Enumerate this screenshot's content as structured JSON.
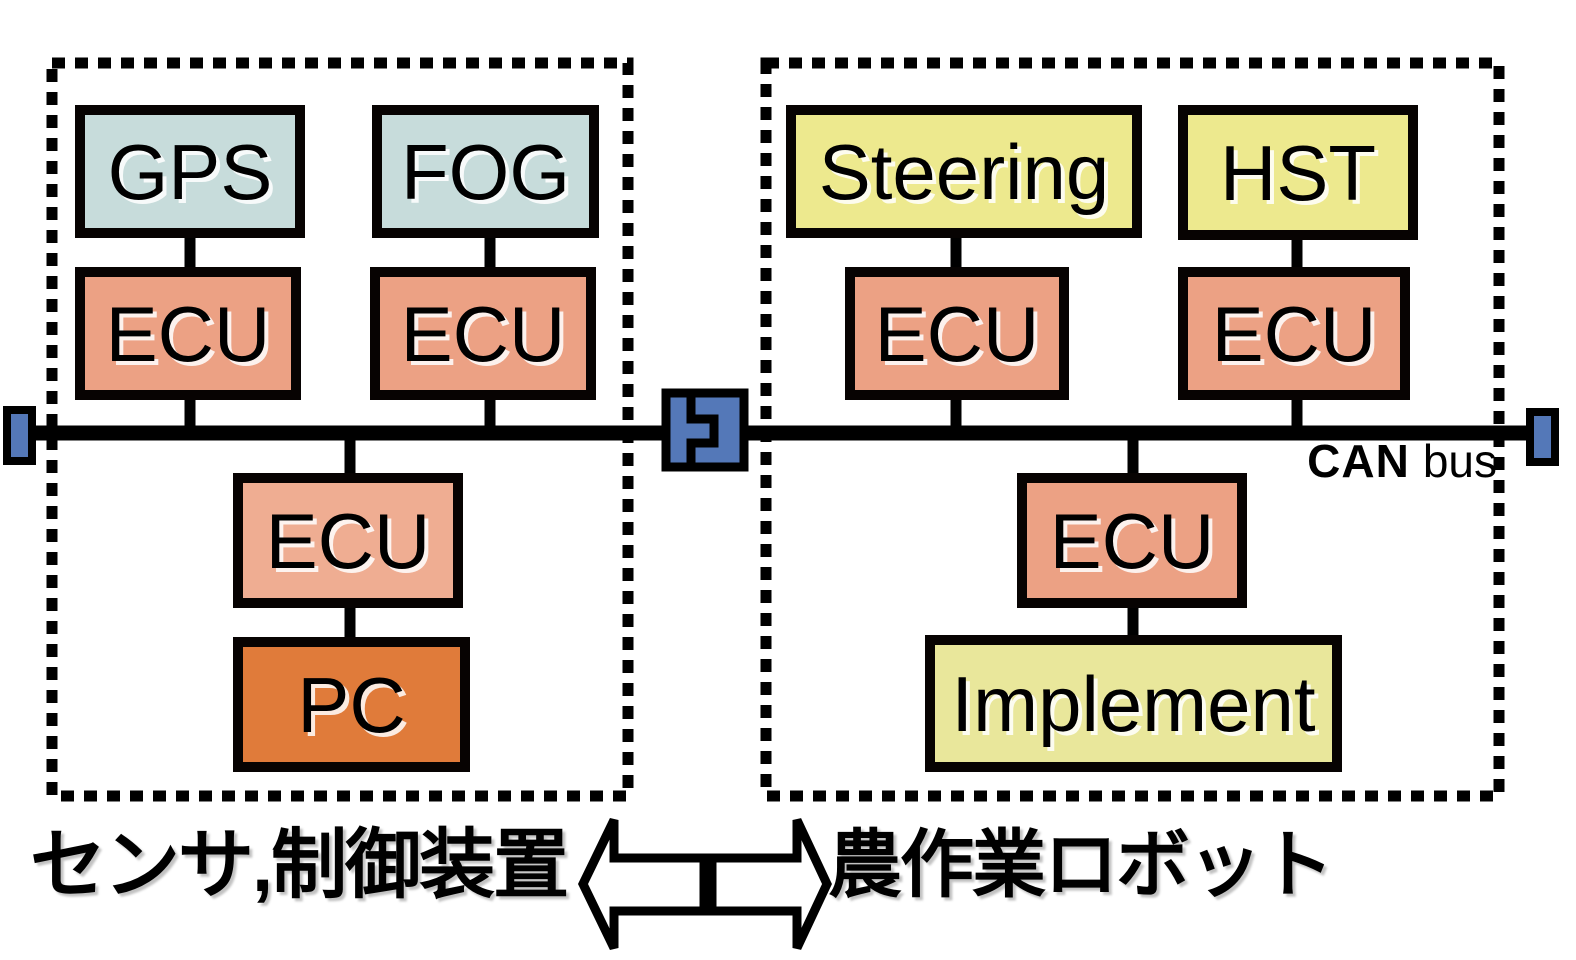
{
  "diagram": {
    "bus": {
      "label_bold": "CAN",
      "label_regular": "bus"
    },
    "groups": {
      "left": {
        "caption": "センサ,制御装置",
        "nodes": {
          "gps": "GPS",
          "fog": "FOG",
          "ecu_gps": "ECU",
          "ecu_fog": "ECU",
          "ecu_pc": "ECU",
          "pc": "PC"
        }
      },
      "right": {
        "caption": "農作業ロボット",
        "nodes": {
          "steering": "Steering",
          "hst": "HST",
          "ecu_steering": "ECU",
          "ecu_hst": "ECU",
          "ecu_implement": "ECU",
          "implement": "Implement"
        }
      }
    },
    "icons": {
      "bus_connector": "joint-connector-icon",
      "bus_terminator_left": "bus-terminator-icon",
      "bus_terminator_right": "bus-terminator-icon",
      "exchange_arrow": "left-right-hollow-arrows-icon"
    },
    "colors": {
      "sensor_box": "#c7dcdb",
      "ecu_box": "#eca184",
      "ecu_box_light": "#efad92",
      "pc_box": "#e07b3a",
      "actuator_box": "#ede98e",
      "implement_box": "#e9e79b",
      "connector_blue": "#5478b8",
      "line": "#000000"
    }
  }
}
